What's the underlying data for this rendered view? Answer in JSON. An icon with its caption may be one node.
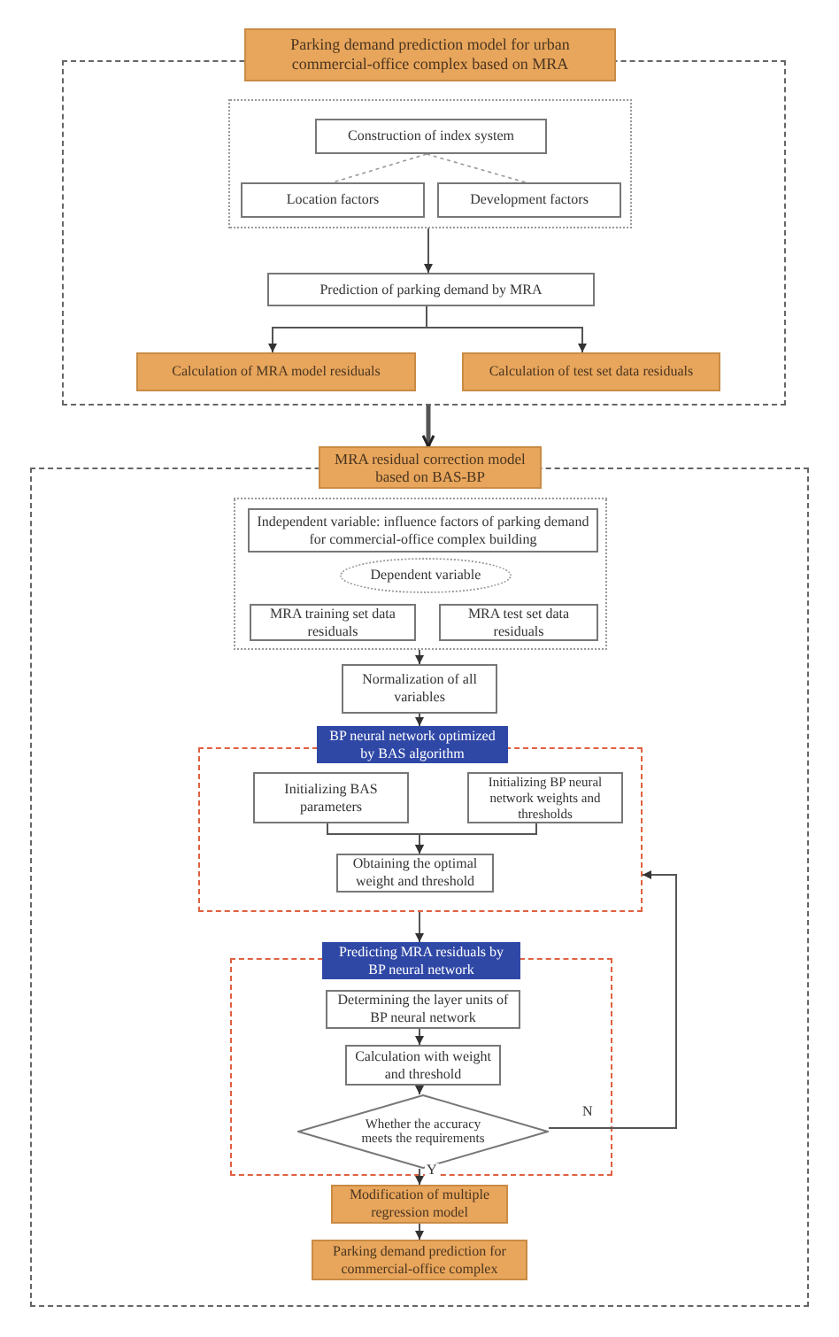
{
  "diagram": {
    "nodes": [
      {
        "text": [
          "Parking demand prediction model for urban commercial-office complex based on MRA"
        ]
      },
      {
        "text": [],
        "shape": "box"
      },
      {
        "text": [],
        "shape": "box",
        "in": 1
      },
      {
        "text": [
          "Construction of index system"
        ],
        "in": 2
      },
      {
        "text": [
          "Location factors"
        ],
        "in": 2
      },
      {
        "text": [
          "Development factors"
        ],
        "in": 2
      },
      {
        "text": [
          "Prediction of parking demand by MRA"
        ],
        "in": 1
      },
      {
        "text": [
          "Calculation of MRA model residuals"
        ],
        "in": 1
      },
      {
        "text": [
          "Calculation of test set data residuals"
        ],
        "in": 1
      },
      {
        "text": [
          "MRA residual correction model based on BAS-BP"
        ]
      },
      {
        "text": [],
        "shape": "box"
      },
      {
        "text": [],
        "shape": "box",
        "in": 10
      },
      {
        "text": [
          "Independent variable: influence factors of parking demand for commercial-office complex building"
        ],
        "in": 11
      },
      {
        "text": [
          "Dependent variable"
        ],
        "in": 11
      },
      {
        "text": [
          "MRA training set data residuals"
        ],
        "in": 11
      },
      {
        "text": [
          "MRA test set data residuals"
        ],
        "in": 11
      },
      {
        "text": [
          "Normalization of all variables"
        ],
        "in": 10
      },
      {
        "text": [
          "BP neural network optimized by BAS algorithm"
        ],
        "in": 10
      },
      {
        "text": [],
        "shape": "box",
        "in": 10
      },
      {
        "text": [
          "Initializing BAS parameters"
        ],
        "in": 18
      },
      {
        "text": [
          "Initializing BP neural network weights and thresholds"
        ],
        "in": 18
      },
      {
        "text": [
          "Obtaining the optimal weight and threshold"
        ],
        "in": 18
      },
      {
        "text": [
          "Predicting MRA residuals by BP neural network"
        ],
        "in": 10
      },
      {
        "text": [],
        "shape": "box",
        "in": 10
      },
      {
        "text": [
          "Determining the layer units of BP neural network"
        ],
        "in": 23
      },
      {
        "text": [
          "Calculation with weight and threshold"
        ],
        "in": 23
      },
      {
        "text": [
          "Whether the accuracy meets the requirements"
        ],
        "in": 23
      },
      {
        "text": [
          "Modification of multiple regression model"
        ],
        "in": 10
      },
      {
        "text": [
          "Parking demand prediction for commercial-office complex"
        ],
        "in": 10
      }
    ],
    "edges": [
      {
        "from": 3,
        "to": 4,
        "arrow": "none",
        "style": "dashed"
      },
      {
        "from": 3,
        "to": 5,
        "arrow": "none",
        "style": "dashed"
      },
      {
        "from": 2,
        "to": 6,
        "arrow": "to"
      },
      {
        "from": 6,
        "to": 7,
        "arrow": "to"
      },
      {
        "from": 6,
        "to": 8,
        "arrow": "to"
      },
      {
        "from": 1,
        "to": 9,
        "arrow": "to",
        "style": "thick"
      },
      {
        "from": 11,
        "to": 16,
        "arrow": "to"
      },
      {
        "from": 16,
        "to": 17,
        "arrow": "to"
      },
      {
        "from": 19,
        "to": 21,
        "arrow": "to"
      },
      {
        "from": 20,
        "to": 21,
        "arrow": "to"
      },
      {
        "from": 18,
        "to": 22,
        "arrow": "to"
      },
      {
        "from": 24,
        "to": 25,
        "arrow": "to"
      },
      {
        "from": 25,
        "to": 26,
        "arrow": "to"
      },
      {
        "from": 26,
        "to": 18,
        "arrow": "to",
        "label": "N"
      },
      {
        "from": 26,
        "to": 27,
        "arrow": "to",
        "label": "Y"
      },
      {
        "from": 27,
        "to": 28,
        "arrow": "to"
      }
    ]
  }
}
